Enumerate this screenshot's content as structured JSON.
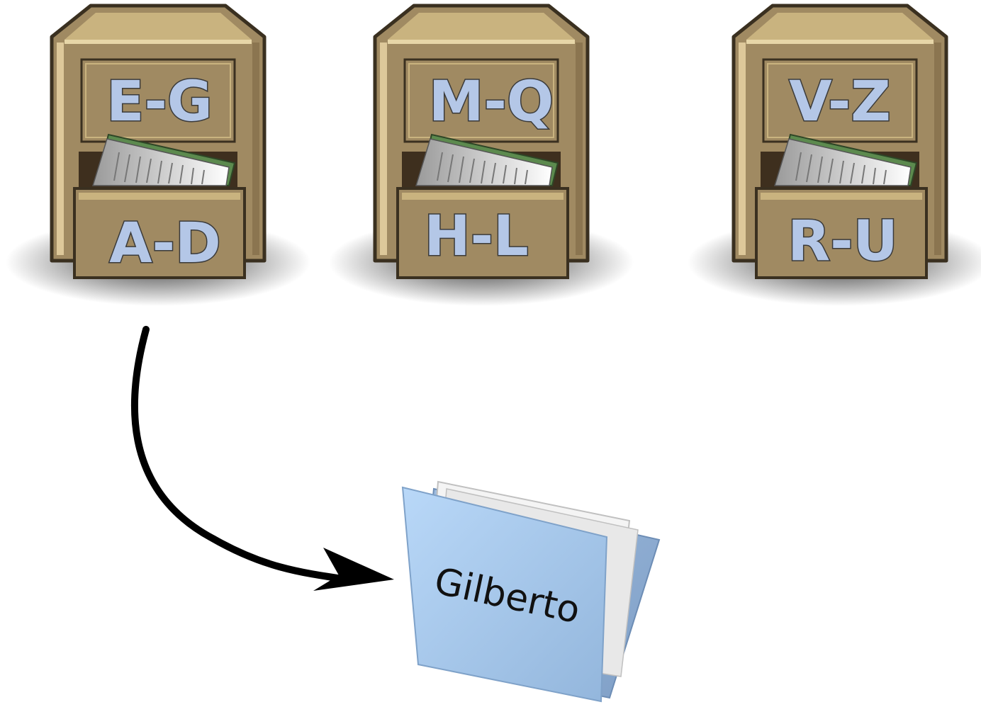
{
  "cabinets": [
    {
      "top_label": "E-G",
      "bottom_label": "A-D"
    },
    {
      "top_label": "M-Q",
      "bottom_label": "H-L"
    },
    {
      "top_label": "V-Z",
      "bottom_label": "R-U"
    }
  ],
  "folder": {
    "label": "Gilberto"
  },
  "colors": {
    "cabinet_body": "#a08a62",
    "cabinet_light": "#e2cfa0",
    "cabinet_outline": "#3a3020",
    "label_fill": "#b4c7e7",
    "folder_front": "#a6c8ec",
    "folder_back": "#8aa8cc",
    "paper_green": "#5c8a4e",
    "arrow": "#000000"
  },
  "icons": [
    "filing-cabinet-icon",
    "folder-icon",
    "curved-arrow-icon"
  ]
}
